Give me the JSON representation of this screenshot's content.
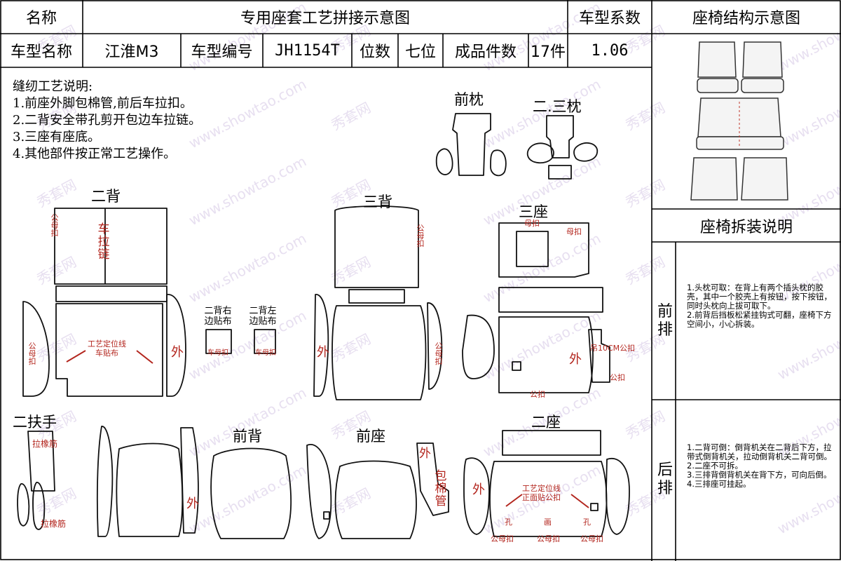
{
  "header": {
    "name_label": "名称",
    "title": "专用座套工艺拼接示意图",
    "coef_label": "车型系数",
    "struct_title": "座椅结构示意图",
    "model_name_label": "车型名称",
    "model_name": "江淮M3",
    "model_code_label": "车型编号",
    "model_code": "JH1154T",
    "seats_label": "位数",
    "seats_value": "七位",
    "pieces_label": "成品件数",
    "pieces_value": "17件",
    "coef_value": "1.06"
  },
  "notes": {
    "title": "缝纫工艺说明:",
    "items": [
      "1.前座外脚包棉管,前后车拉扣。",
      "2.二背安全带孔剪开包边车拉链。",
      "3.三座有座底。",
      "4.其他部件按正常工艺操作。"
    ]
  },
  "groups": {
    "front_pillow": "前枕",
    "pillow23": "二.三枕",
    "back2": "二背",
    "back3": "三背",
    "seat3": "三座",
    "armrest2": "二扶手",
    "front_back": "前背",
    "front_seat": "前座",
    "seat2": "二座"
  },
  "marks": {
    "zipper": "车拉链",
    "mother_snap": "公母扣",
    "female_snap": "母扣",
    "outer": "外",
    "process_line1": "工艺定位线",
    "process_line2": "车贴布",
    "right_patch": "二背右边贴布",
    "left_patch": "二背左边贴布",
    "patch_snap": "车母扣",
    "hang_snap": "吊10CM公扣",
    "male_snap": "公扣",
    "elastic": "拉橡筋",
    "cotton_tube": "包棉管",
    "front_line1": "工艺定位线",
    "front_line2": "正面贴公扣",
    "hole": "孔",
    "cut": "画",
    "male_female": "公母扣"
  },
  "disassembly": {
    "title": "座椅拆装说明",
    "front_label": "前排",
    "front_text": "1.头枕可取：在背上有两个插头枕的胶壳，其中一个胶壳上有按钮，按下按钮，同时头枕向上拔可取下。\n2.前背后挡板松紧挂钩式可翻，座椅下方空间小，小心拆装。",
    "rear_label": "后排",
    "rear_text": "1.二背可倒：倒背机关在二背后下方，拉带式倒背机关，拉动倒背机关二背可倒。\n2.二座不可拆。\n3.三排背倒背机关在背下方，可向后倒。\n4.三排座可挂起。"
  },
  "watermark": {
    "brand": "秀套网",
    "url": "www.showtao.com"
  }
}
